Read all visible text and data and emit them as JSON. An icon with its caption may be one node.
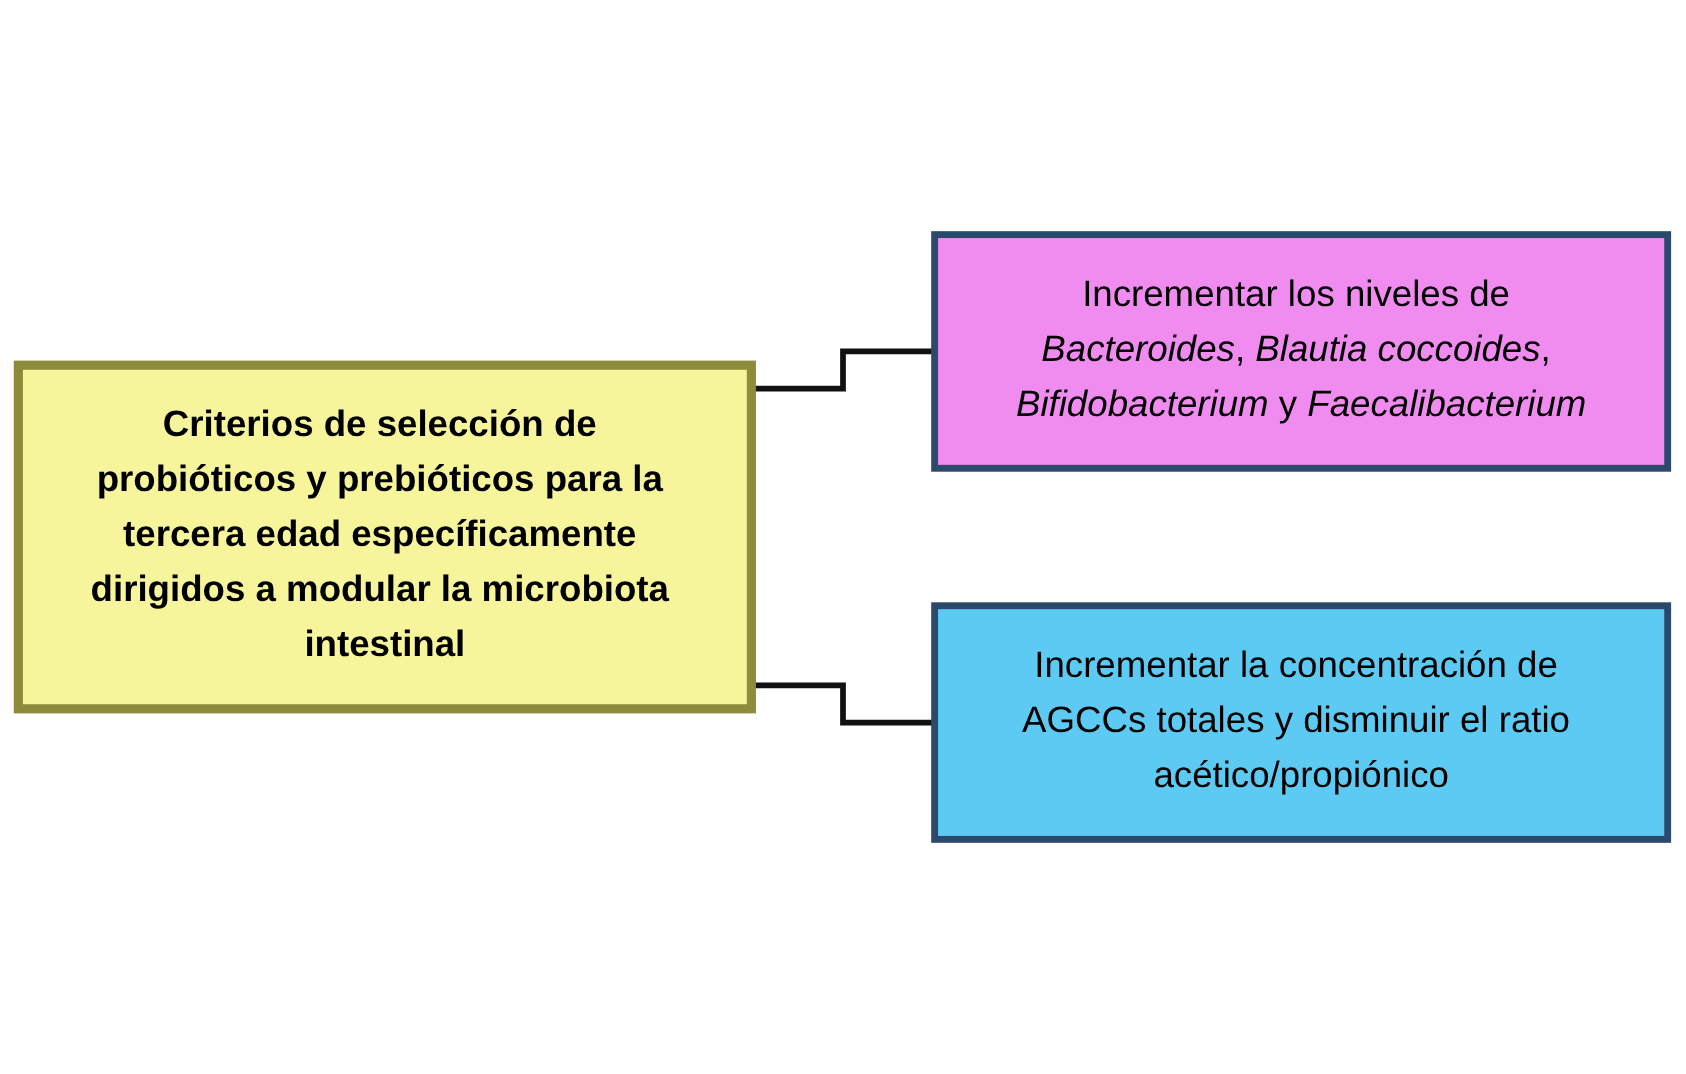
{
  "diagram": {
    "nodes": [
      {
        "text": [
          "Criterios de selección de probióticos y prebióticos para la tercera edad específicamente dirigidos a modular la microbiota intestinal"
        ]
      },
      {
        "text": [
          "Incrementar los niveles de *Bacteroides*, *Blautia coccoides*, *Bifidobacterium* y *Faecalibacterium*"
        ]
      },
      {
        "text": [
          "Incrementar la concentración de AGCCs totales y disminuir el ratio acético/propiónico"
        ]
      }
    ],
    "edges": [
      {
        "from": 0,
        "to": 1,
        "arrow": "none"
      },
      {
        "from": 0,
        "to": 2,
        "arrow": "none"
      }
    ]
  }
}
